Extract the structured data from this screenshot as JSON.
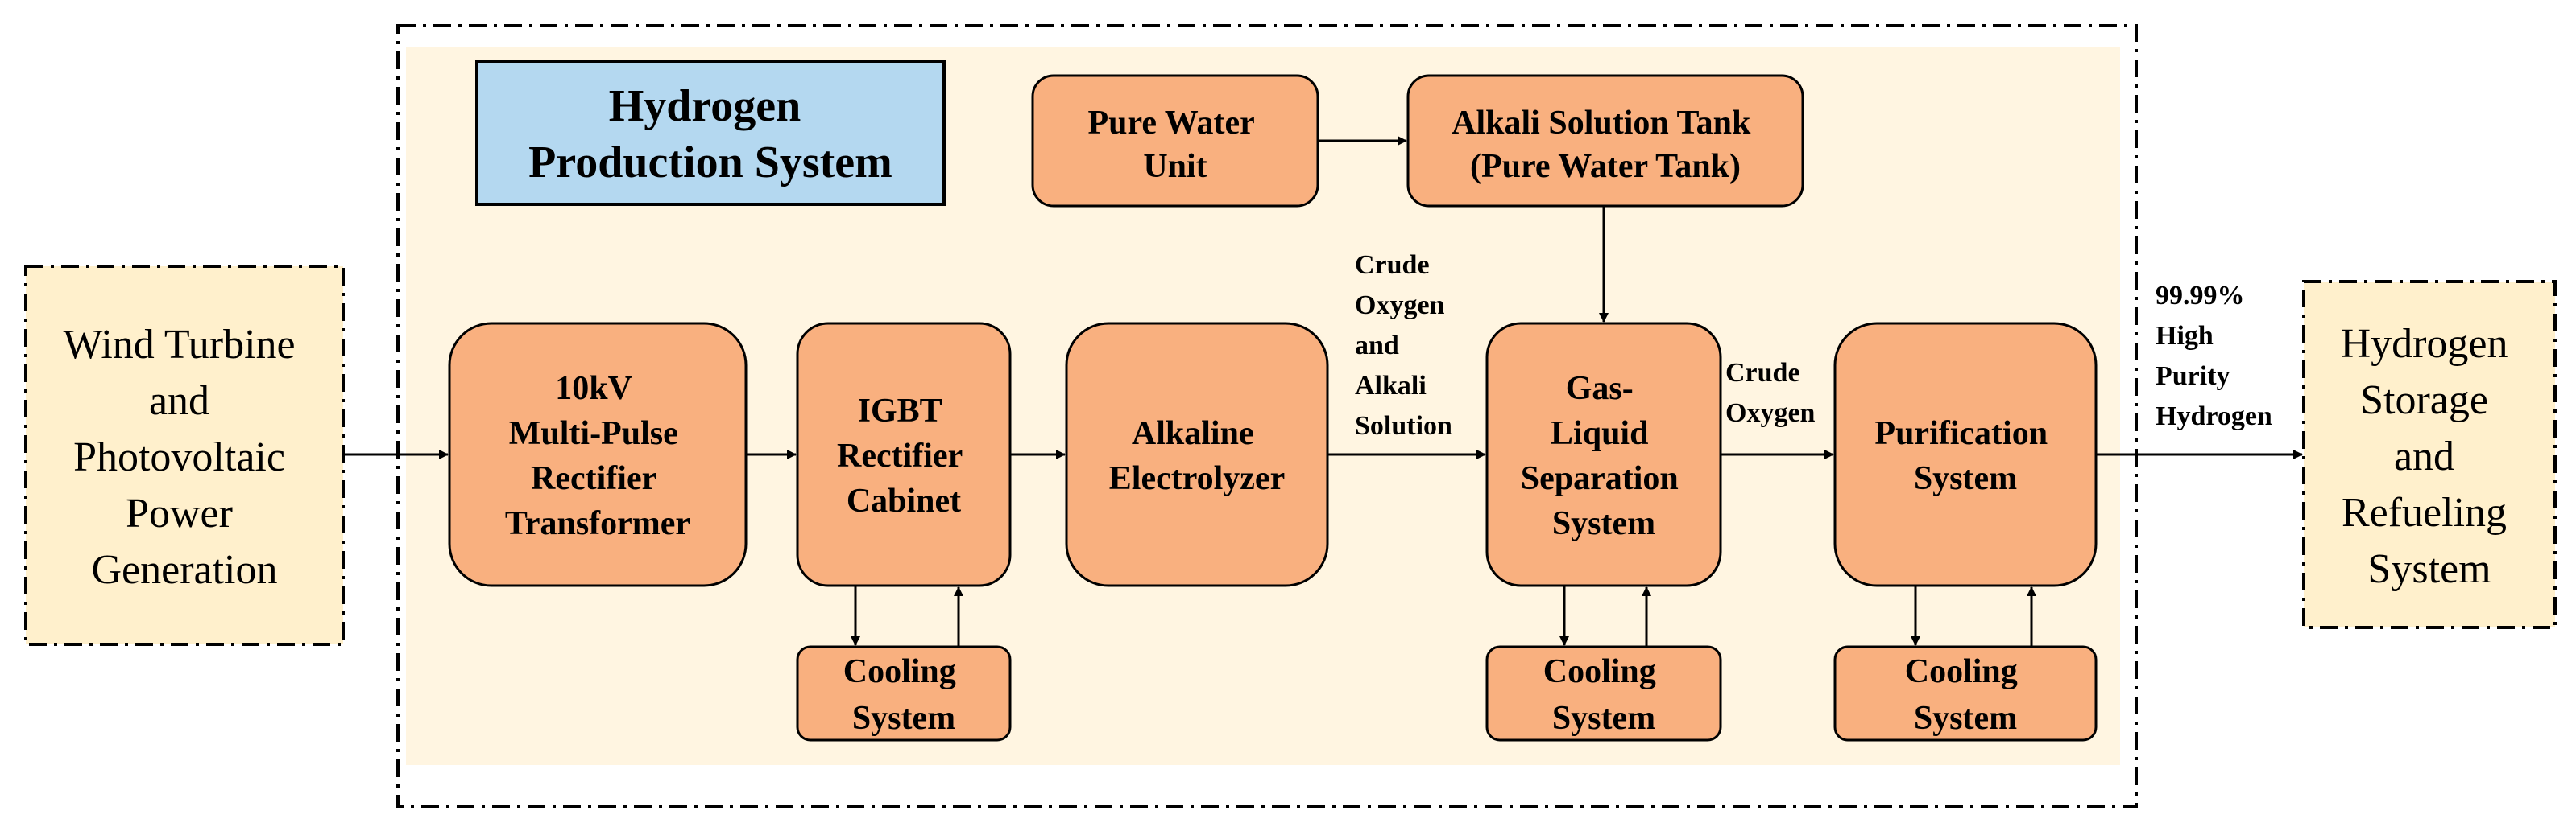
{
  "colors": {
    "background": "#ffffff",
    "system_fill": "#fff5e1",
    "external_fill": "#fff0cc",
    "process_fill": "#f9b07f",
    "process_stroke": "#000000",
    "title_fill": "#b4d8f0",
    "arrow": "#000000"
  },
  "system_title": [
    "Hydrogen",
    "Production System"
  ],
  "nodes": {
    "wind_pv": [
      "Wind Turbine",
      "and",
      "Photovoltaic",
      "Power",
      "Generation"
    ],
    "transformer": [
      "10kV",
      "Multi-Pulse",
      "Rectifier",
      "Transformer"
    ],
    "igbt": [
      "IGBT",
      "Rectifier",
      "Cabinet"
    ],
    "electrolyzer": [
      "Alkaline",
      "Electrolyzer"
    ],
    "pure_water": [
      "Pure Water",
      "Unit"
    ],
    "alkali_tank": [
      "Alkali Solution Tank",
      "(Pure Water Tank)"
    ],
    "gas_liquid": [
      "Gas-",
      "Liquid",
      "Separation",
      "System"
    ],
    "purification": [
      "Purification",
      "System"
    ],
    "cooling_1": [
      "Cooling",
      "System"
    ],
    "cooling_2": [
      "Cooling",
      "System"
    ],
    "cooling_3": [
      "Cooling",
      "System"
    ],
    "storage": [
      "Hydrogen",
      "Storage",
      "and",
      "Refueling",
      "System"
    ]
  },
  "edge_labels": {
    "crude_oxygen_alkali": [
      "Crude",
      "Oxygen",
      "and",
      "Alkali",
      "Solution"
    ],
    "crude_oxygen": [
      "Crude",
      "Oxygen"
    ],
    "high_purity": [
      "99.99%",
      "High",
      "Purity",
      "Hydrogen"
    ]
  }
}
